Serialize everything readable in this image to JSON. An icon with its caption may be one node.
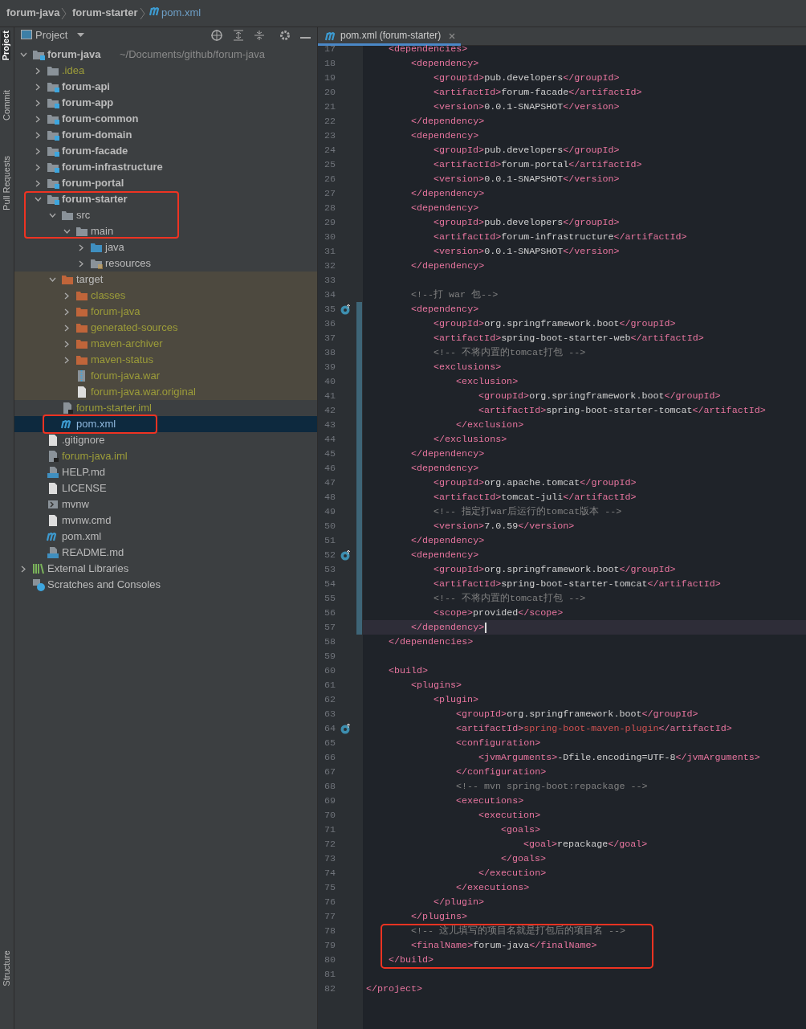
{
  "diagram": {
    "labels": [
      "forum-java",
      "forum-starter",
      "pom.xml",
      "Project",
      "Commit",
      "Pull Requests",
      "Structure",
      "Project",
      "forum-java",
      "~/Documents/github/forum-java",
      ".idea",
      "forum-api",
      "forum-app",
      "forum-common",
      "forum-domain",
      "forum-facade",
      "forum-infrastructure",
      "forum-portal",
      "forum-starter",
      "src",
      "main",
      "java",
      "resources",
      "target",
      "classes",
      "forum-java",
      "generated-sources",
      "maven-archiver",
      "maven-status",
      "forum-java.war",
      "forum-java.war.original",
      "forum-starter.iml",
      "pom.xml",
      ".gitignore",
      "forum-java.iml",
      "HELP.md",
      "LICENSE",
      "mvnw",
      "mvnw.cmd",
      "pom.xml",
      "README.md",
      "External Libraries",
      "Scratches and Consoles",
      "pom.xml (forum-starter)",
      "17",
      "<dependencies>",
      "18",
      "<dependency>",
      "19",
      "<groupId>pub.developers</groupId>",
      "20",
      "<artifactId>forum-facade</artifactId>",
      "21",
      "<version>0.0.1-SNAPSHOT</version>",
      "22",
      "</dependency>",
      "23",
      "<dependency>",
      "24",
      "<groupId>pub.developers</groupId>",
      "25",
      "<artifactId>forum-portal</artifactId>",
      "26",
      "<version>0.0.1-SNAPSHOT</version>",
      "27",
      "</dependency>",
      "28",
      "<dependency>",
      "29",
      "<groupId>pub.developers</groupId>",
      "30",
      "<artifactId>forum-infrastructure</artifactId>",
      "31",
      "<version>0.0.1-SNAPSHOT</version>",
      "32",
      "</dependency>",
      "33",
      "34",
      "<!--打 war 包-->",
      "35",
      "<dependency>",
      "36",
      "<groupId>org.springframework.boot</groupId>",
      "37",
      "<artifactId>spring-boot-starter-web</artifactId>",
      "38",
      "<!-- 不将内置的tomcat打包 -->",
      "39",
      "<exclusions>",
      "40",
      "<exclusion>",
      "41",
      "<groupId>org.springframework.boot</groupId>",
      "42",
      "<artifactId>spring-boot-starter-tomcat</artifactId>",
      "43",
      "</exclusion>",
      "44",
      "</exclusions>",
      "45",
      "</dependency>",
      "46",
      "<dependency>",
      "47",
      "<groupId>org.apache.tomcat</groupId>",
      "48",
      "<artifactId>tomcat-juli</artifactId>",
      "49",
      "<!-- 指定打war后运行的tomcat版本 -->",
      "50",
      "<version>7.0.59</version>",
      "51",
      "</dependency>",
      "52",
      "<dependency>",
      "53",
      "<groupId>org.springframework.boot</groupId>",
      "54",
      "<artifactId>spring-boot-starter-tomcat</artifactId>",
      "55",
      "<!-- 不将内置的tomcat打包 -->",
      "56",
      "<scope>provided</scope>",
      "57",
      "</dependency>",
      "58",
      "</dependencies>",
      "59",
      "60",
      "<build>",
      "61",
      "<plugins>",
      "62",
      "<plugin>",
      "63",
      "<groupId>org.springframework.boot</groupId>",
      "64",
      "<artifactId>spring-boot-maven-plugin</artifactId>",
      "65",
      "<configuration>",
      "66",
      "<jvmArguments>-Dfile.encoding=UTF-8</jvmArguments>",
      "67",
      "</configuration>",
      "68",
      "<!-- mvn spring-boot:repackage -->",
      "69",
      "<executions>",
      "70",
      "<execution>",
      "71",
      "<goals>",
      "72",
      "<goal>repackage</goal>",
      "73",
      "</goals>",
      "74",
      "</execution>",
      "75",
      "</executions>",
      "76",
      "</plugin>",
      "77",
      "</plugins>",
      "78",
      "<!-- 这儿填写的项目名就是打包后的项目名 -->",
      "79",
      "<finalName>forum-java</finalName>",
      "80",
      "</build>",
      "81",
      "82",
      "</project>"
    ]
  }
}
